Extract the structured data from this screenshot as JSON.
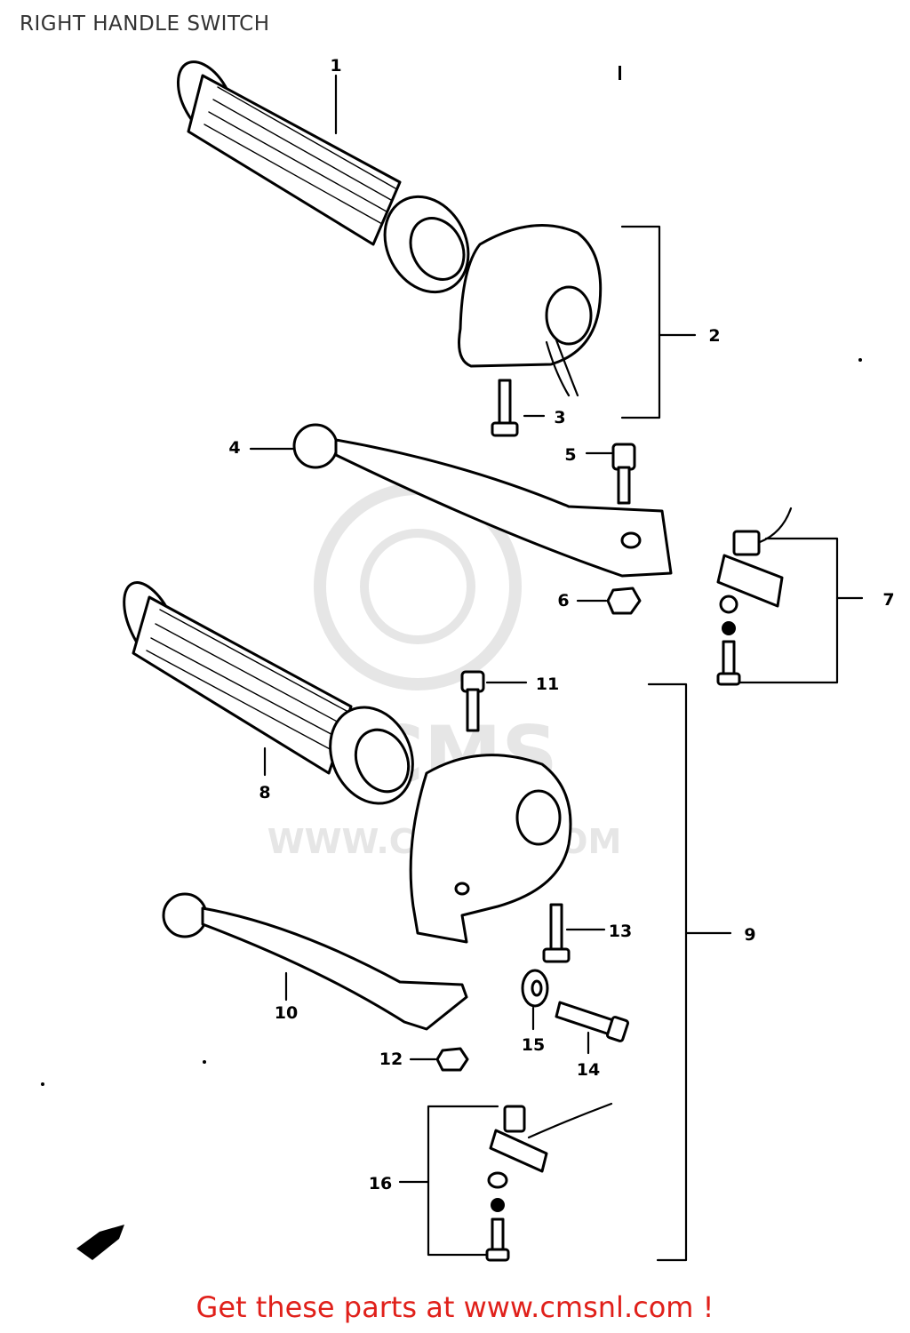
{
  "title": "RIGHT HANDLE SWITCH",
  "footer": "Get these parts at www.cmsnl.com !",
  "watermark": {
    "logo_text": "CMS",
    "url_text": "WWW.CMSNL.COM"
  },
  "callouts": {
    "p1": "1",
    "p2": "2",
    "p3": "3",
    "p4": "4",
    "p5": "5",
    "p6": "6",
    "p7": "7",
    "p8": "8",
    "p9": "9",
    "p10": "10",
    "p11": "11",
    "p12": "12",
    "p13": "13",
    "p14": "14",
    "p15": "15",
    "p16": "16"
  },
  "colors": {
    "footer": "#e0201a",
    "title": "#333333",
    "watermark": "#e6e6e6"
  }
}
